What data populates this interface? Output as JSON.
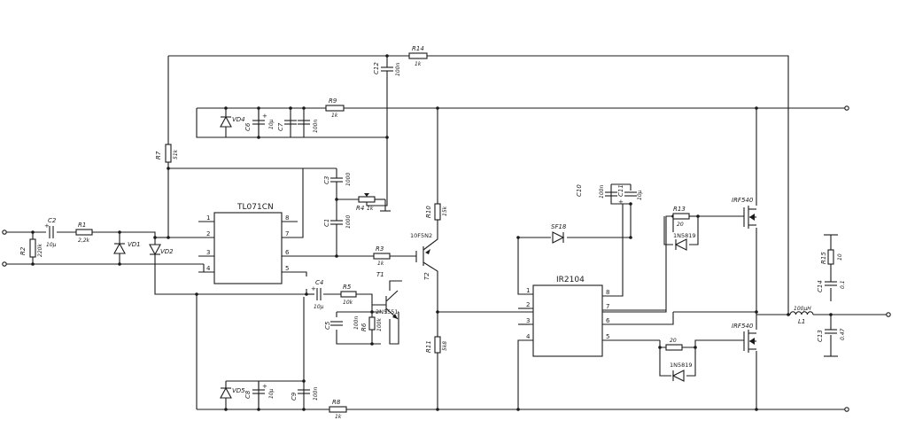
{
  "ics": {
    "opamp": {
      "name": "TL071CN",
      "pins": [
        "1",
        "2",
        "3",
        "4",
        "8",
        "7",
        "6",
        "5"
      ]
    },
    "driver": {
      "name": "IR2104",
      "pins": [
        "1",
        "2",
        "3",
        "4",
        "8",
        "7",
        "6",
        "5"
      ]
    }
  },
  "resistors": {
    "r1": {
      "ref": "R1",
      "value": "2,2k"
    },
    "r2": {
      "ref": "R2",
      "value": "220k"
    },
    "r3": {
      "ref": "R3",
      "value": "1k"
    },
    "r4": {
      "ref": "R4",
      "value": "1k"
    },
    "r5": {
      "ref": "R5",
      "value": "10k"
    },
    "r6": {
      "ref": "R6",
      "value": "100k"
    },
    "r7": {
      "ref": "R7",
      "value": "51k"
    },
    "r8": {
      "ref": "R8",
      "value": "1k"
    },
    "r9": {
      "ref": "R9",
      "value": "1k"
    },
    "r10": {
      "ref": "R10",
      "value": "15k"
    },
    "r11": {
      "ref": "R11",
      "value": "5k8"
    },
    "r12": {
      "ref": "",
      "value": "20"
    },
    "r13": {
      "ref": "R13",
      "value": "20"
    },
    "r14": {
      "ref": "R14",
      "value": "1k"
    },
    "r15": {
      "ref": "R15",
      "value": "10"
    }
  },
  "capacitors": {
    "c1": {
      "ref": "C1",
      "value": "1000"
    },
    "c2": {
      "ref": "C2",
      "value": "10µ"
    },
    "c3": {
      "ref": "C3",
      "value": "1000"
    },
    "c4": {
      "ref": "C4",
      "value": "10µ"
    },
    "c5": {
      "ref": "C5",
      "value": "100n"
    },
    "c6": {
      "ref": "C6",
      "value": "10µ"
    },
    "c7": {
      "ref": "C7",
      "value": "100n"
    },
    "c8": {
      "ref": "C8",
      "value": "10µ"
    },
    "c9": {
      "ref": "C9",
      "value": "100n"
    },
    "c10": {
      "ref": "C10",
      "value": "100n"
    },
    "c11": {
      "ref": "C11",
      "value": "10µ"
    },
    "c12": {
      "ref": "C12",
      "value": "100n"
    },
    "c13": {
      "ref": "C13",
      "value": "0.47"
    },
    "c14": {
      "ref": "C14",
      "value": "0.1"
    }
  },
  "diodes": {
    "vd1": {
      "ref": "VD1"
    },
    "vd2": {
      "ref": "VD2"
    },
    "vd4": {
      "ref": "VD4"
    },
    "vd5": {
      "ref": "VD5"
    },
    "sf18": {
      "ref": "SF18"
    },
    "d1": {
      "ref": "1N5819"
    },
    "d2": {
      "ref": "1N5819"
    }
  },
  "transistors": {
    "q1": {
      "ref": "T1",
      "type": "2N5551"
    },
    "q2": {
      "ref": "T2",
      "type": "10F5N2"
    },
    "m1": {
      "type": "IRF540"
    },
    "m2": {
      "type": "IRF540"
    }
  },
  "inductor": {
    "ref": "L1",
    "value": "100µH"
  }
}
